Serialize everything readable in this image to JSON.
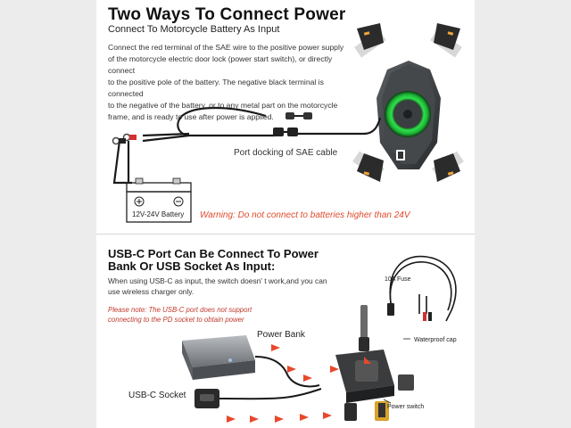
{
  "section1": {
    "title": "Two Ways To Connect Power",
    "subtitle": "Connect To Motorcycle Battery As Input",
    "lines": [
      "Connect the red terminal of the SAE wire to the positive power supply",
      "of the motorcycle electric door lock (power start switch), or directly connect",
      "to the positive pole of the battery. The negative black terminal is connected",
      "to the negative of the battery, or to any metal part on the motorcycle",
      "frame, and is ready to use after power is applied."
    ],
    "sae_label": "Port docking of SAE cable",
    "battery_label": "12V-24V Battery",
    "warning": "Warning: Do not connect to batteries higher than 24V"
  },
  "section2": {
    "title_line1": "USB-C Port Can Be Connect To Power",
    "title_line2": "Bank Or USB Socket As Input:",
    "para_line1": "When using USB-C as input, the switch doesn' t work,and you can",
    "para_line2": "use wireless charger only.",
    "note_line1": "Please note: The USB-C port does not support",
    "note_line2": "connecting to the PD socket to obtain power",
    "power_bank_label": "Power Bank",
    "usbc_socket_label": "USB-C Socket",
    "fuse_label": "10A Fuse",
    "cap_label": "Waterproof cap",
    "switch_label": "Power switch"
  },
  "colors": {
    "warning": "#e04a2b",
    "note": "#c0392b",
    "ring_green": "#2ee04a",
    "arrow_red": "#e8482c"
  }
}
